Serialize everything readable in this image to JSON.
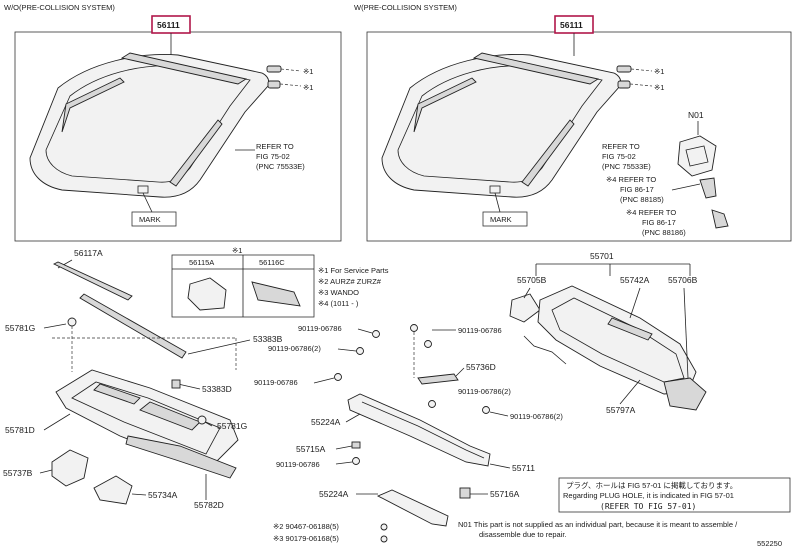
{
  "captions": {
    "without_pcs": "W/O(PRE-COLLISION SYSTEM)",
    "with_pcs": "W(PRE-COLLISION SYSTEM)"
  },
  "callouts": {
    "windshield_left": "56111",
    "windshield_right": "56111",
    "marks": [
      "※1",
      "※1",
      "※1",
      "※1"
    ],
    "refer_left": [
      "REFER TO",
      "FIG 75-02",
      "(PNC 75533E)"
    ],
    "refer_right": [
      "REFER TO",
      "FIG 75-02",
      "(PNC 75533E)"
    ],
    "refer_86_17a": [
      "※4 REFER TO",
      "FIG 86-17",
      "(PNC 88185)"
    ],
    "refer_86_17b": [
      "※4 REFER TO",
      "FIG 86-17",
      "(PNC 88186)"
    ],
    "n01": "N01",
    "mark_label_left": "MARK",
    "mark_label_right": "MARK"
  },
  "inset": {
    "header": "※1",
    "cells": [
      "56115A",
      "56116C"
    ]
  },
  "legend": [
    "※1 For Service Parts",
    "※2 AURZ# ZURZ#",
    "※3 WANDO",
    "※4 (1011 - )"
  ],
  "parts": {
    "p56117A": "56117A",
    "p55781G": "55781G",
    "p53383B": "53383B",
    "p53383D": "53383D",
    "p55781D": "55781D",
    "p55781G_b": "55781G",
    "p55737B": "55737B",
    "p55734A": "55734A",
    "p55782D": "55782D",
    "p90119a": "90119-06786",
    "p90119b": "90119-06786(2)",
    "p90119c": "90119-06786",
    "p90119d": "90119-06786",
    "p90119e": "90119-06786(2)",
    "p90119f": "90119-06786(2)",
    "p90119g": "90119-06786",
    "p55736D": "55736D",
    "p55224A": "55224A",
    "p55715A": "55715A",
    "p55711": "55711",
    "p55224A_b": "55224A",
    "p55716A": "55716A",
    "p90467": "※2 90467-06188(5)",
    "p90179": "※3 90179-06168(5)",
    "p55701": "55701",
    "p55705B": "55705B",
    "p55742A": "55742A",
    "p55706B": "55706B",
    "p55797A": "55797A"
  },
  "note_box": {
    "line1": "プラグ、ホールは FIG 57-01 に掲載しております。",
    "line2": "Regarding PLUG HOLE, it is indicated in FIG 57-01",
    "line3": "(REFER TO FIG 57-01)"
  },
  "footnote": {
    "line1": "N01 This part is not supplied as an individual part, because it is meant to assemble /",
    "line2": "disassemble due to repair."
  },
  "figure_id": "552250"
}
